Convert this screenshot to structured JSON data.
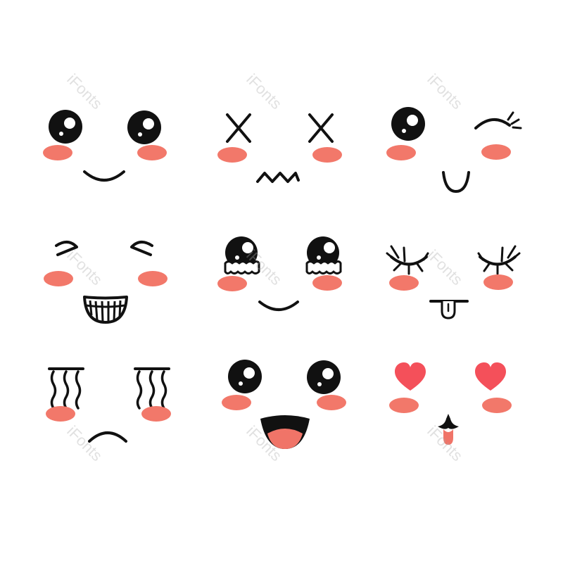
{
  "watermark": {
    "text": "iFonts"
  },
  "colors": {
    "ink": "#111111",
    "blush": "#f2786a",
    "tongue": "#f07468",
    "heart": "#f4505a",
    "background": "#ffffff",
    "watermark": "#cccccc"
  },
  "faces": [
    {
      "name": "happy-face",
      "eyes": "round-sparkle",
      "mouth": "smile"
    },
    {
      "name": "dizzy-face",
      "eyes": "x-marks",
      "mouth": "zigzag"
    },
    {
      "name": "winking-face",
      "eyes": "round-and-wink",
      "mouth": "u-smile"
    },
    {
      "name": "laughing-face",
      "eyes": "squint",
      "mouth": "toothy-grin"
    },
    {
      "name": "teary-face",
      "eyes": "welling-tears",
      "mouth": "smile"
    },
    {
      "name": "tongue-out-face",
      "eyes": "closed-lashes",
      "mouth": "tongue-out"
    },
    {
      "name": "crying-face",
      "eyes": "streaming-tears",
      "mouth": "frown"
    },
    {
      "name": "excited-face",
      "eyes": "round-sparkle",
      "mouth": "open-tongue"
    },
    {
      "name": "love-face",
      "eyes": "hearts",
      "mouth": "kiss-tongue"
    }
  ]
}
